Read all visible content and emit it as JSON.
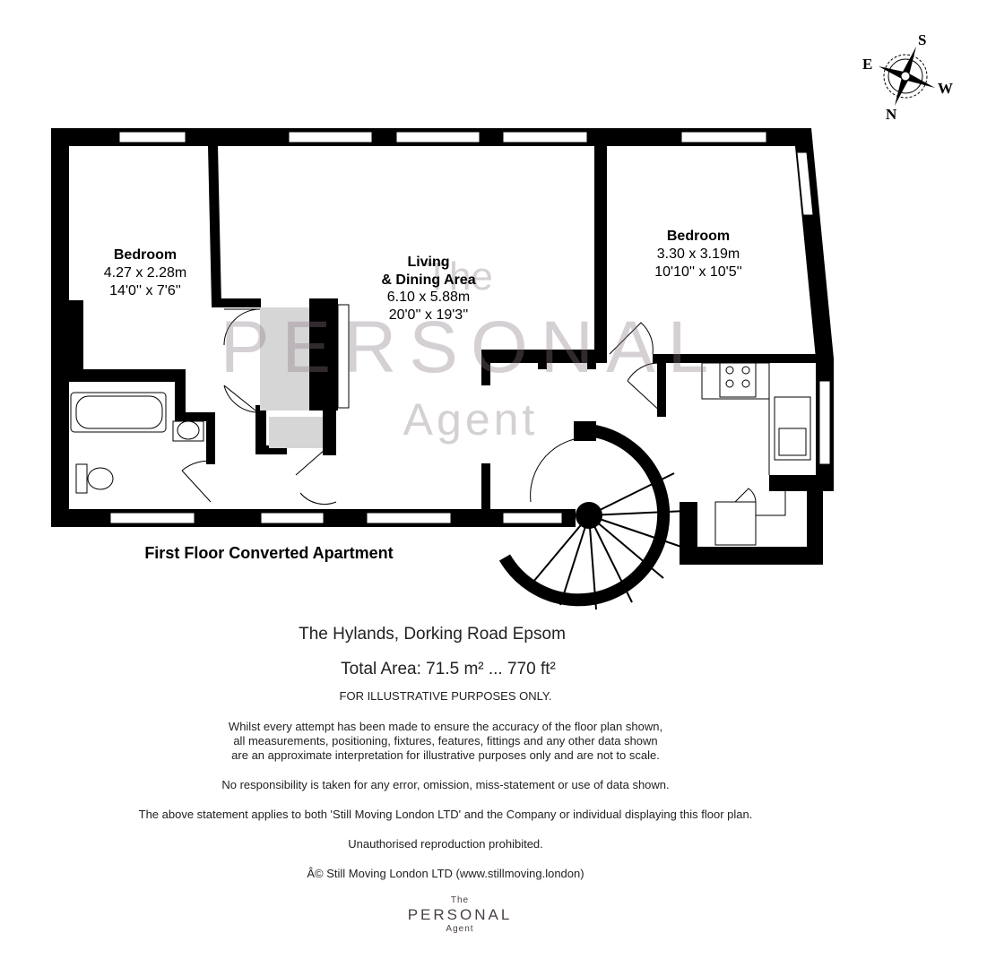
{
  "compass": {
    "n": "N",
    "s": "S",
    "e": "E",
    "w": "W"
  },
  "rooms": [
    {
      "name": "Bedroom",
      "metric": "4.27 x 2.28m",
      "imperial": "14'0'' x 7'6''"
    },
    {
      "name_line1": "Living",
      "name_line2": "& Dining Area",
      "metric": "6.10 x 5.88m",
      "imperial": "20'0'' x 19'3''"
    },
    {
      "name": "Bedroom",
      "metric": "3.30 x 3.19m",
      "imperial": "10'10'' x 10'5''"
    }
  ],
  "watermark": {
    "line1": "The",
    "line2": "PERSONAL",
    "line3": "Agent"
  },
  "plan_title": "First Floor Converted Apartment",
  "address": "The Hylands, Dorking Road Epsom",
  "total_area": "Total Area: 71.5 m² ... 770 ft²",
  "illustrative": "FOR ILLUSTRATIVE PURPOSES ONLY.",
  "disclaimer": [
    "Whilst every attempt has been made to ensure the accuracy of the floor plan shown,",
    "all measurements, positioning, fixtures, features, fittings and any other data shown",
    "are an approximate interpretation for illustrative purposes only and are not to scale."
  ],
  "responsibility": "No responsibility is taken for any error, omission, miss-statement or use of data shown.",
  "statement": "The above statement applies to both 'Still Moving London LTD' and the Company or individual displaying this floor plan.",
  "reproduction": "Unauthorised reproduction prohibited.",
  "copyright": "Â© Still Moving London LTD (www.stillmoving.london)",
  "logo": {
    "line1": "The",
    "line2": "PERSONAL",
    "line3": "Agent"
  }
}
